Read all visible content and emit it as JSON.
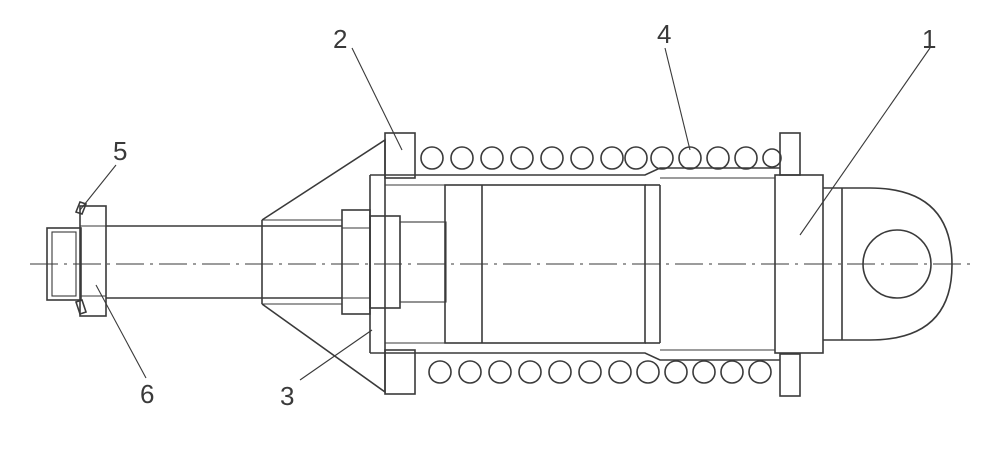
{
  "drawing": {
    "labels": {
      "part_1": "1",
      "part_2": "2",
      "part_3": "3",
      "part_4": "4",
      "part_5": "5",
      "part_6": "6"
    }
  }
}
